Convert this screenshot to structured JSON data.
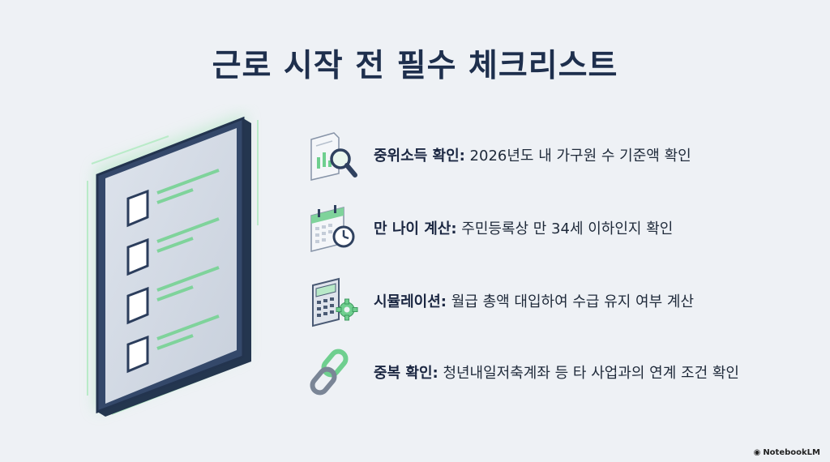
{
  "title": "근로 시작 전 필수 체크리스트",
  "items": [
    {
      "heading": "중위소득 확인:",
      "text": " 2026년도 내 가구원 수 기준액 확인",
      "icon": "document-magnifier-icon"
    },
    {
      "heading": "만 나이 계산:",
      "text": " 주민등록상 만 34세 이하인지 확인",
      "icon": "calendar-clock-icon"
    },
    {
      "heading": "시뮬레이션:",
      "text": " 월급 총액 대입하여 수급 유지 여부 계산",
      "icon": "calculator-gear-icon"
    },
    {
      "heading": "중복 확인:",
      "text": " 청년내일저축계좌 등 타 사업과의 연계 조건 확인",
      "icon": "chain-link-icon"
    }
  ],
  "brand": "NotebookLM",
  "colors": {
    "navy": "#2c3e5e",
    "green": "#8fd9a8",
    "background": "#eef1f5"
  }
}
